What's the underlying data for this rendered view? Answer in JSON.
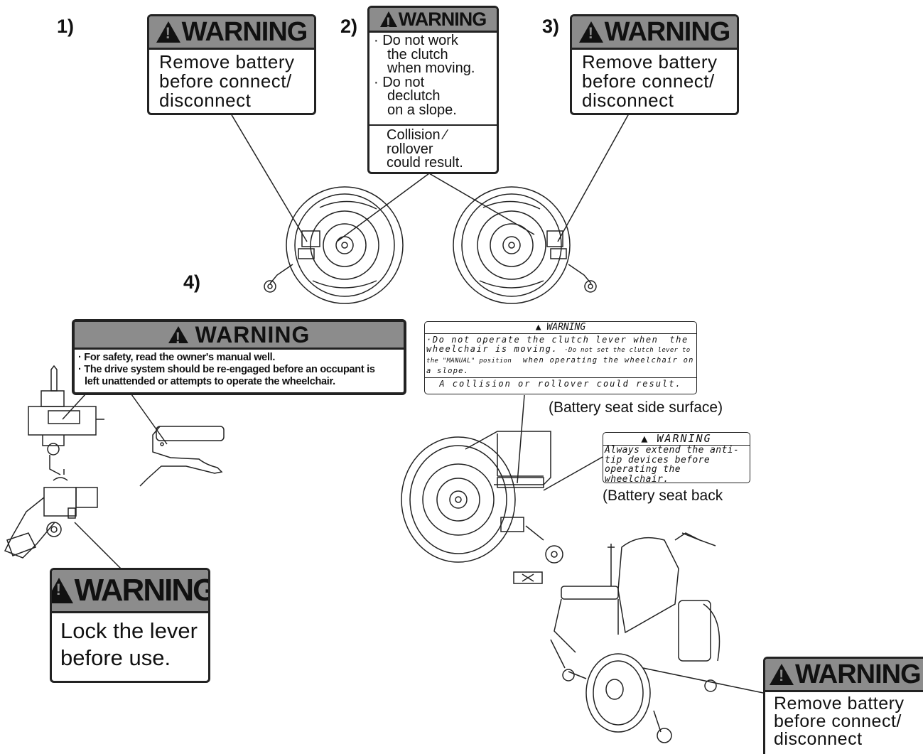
{
  "numbers": {
    "n1": "1)",
    "n2": "2)",
    "n3": "3)",
    "n4": "4)"
  },
  "label1": {
    "header": "WARNING",
    "lines": [
      "Remove battery",
      "before connect/",
      "disconnect"
    ]
  },
  "label2": {
    "header": "WARNING",
    "lines": [
      "· Do not work",
      "the clutch",
      "when moving.",
      "· Do not",
      "declutch",
      "on a slope."
    ],
    "footer": [
      "Collision ∕",
      "rollover",
      "could result."
    ]
  },
  "label3": {
    "header": "WARNING",
    "lines": [
      "Remove battery",
      "before connect/",
      "disconnect"
    ]
  },
  "label4": {
    "header": "WARNING",
    "lines": [
      "· For safety, read the owner's manual well.",
      "· The drive system should be re-engaged before an occupant is",
      "left unattended or attempts to operate the wheelchair."
    ]
  },
  "label5": {
    "header": "WARNING",
    "lines": [
      "Lock the lever",
      "before use."
    ]
  },
  "label6": {
    "header": "WARNING",
    "lines": [
      "·Do not operate the clutch lever when",
      "the wheelchair is moving.",
      "·Do not set the clutch lever to the \"MANUAL\" position",
      "when operating the wheelchair on a slope."
    ],
    "footer": "A collision or rollover could result."
  },
  "label7": {
    "header": "WARNING",
    "lines": [
      "Always extend the anti-tip",
      "devices before operating",
      "the wheelchair."
    ]
  },
  "label8": {
    "header": "WARNING",
    "lines": [
      "Remove battery",
      "before connect/",
      "disconnect"
    ]
  },
  "captions": {
    "seat_side": "(Battery seat side surface)",
    "seat_back": "(Battery seat back"
  },
  "colors": {
    "header_gray": "#8c8c8c",
    "ink": "#111111"
  }
}
